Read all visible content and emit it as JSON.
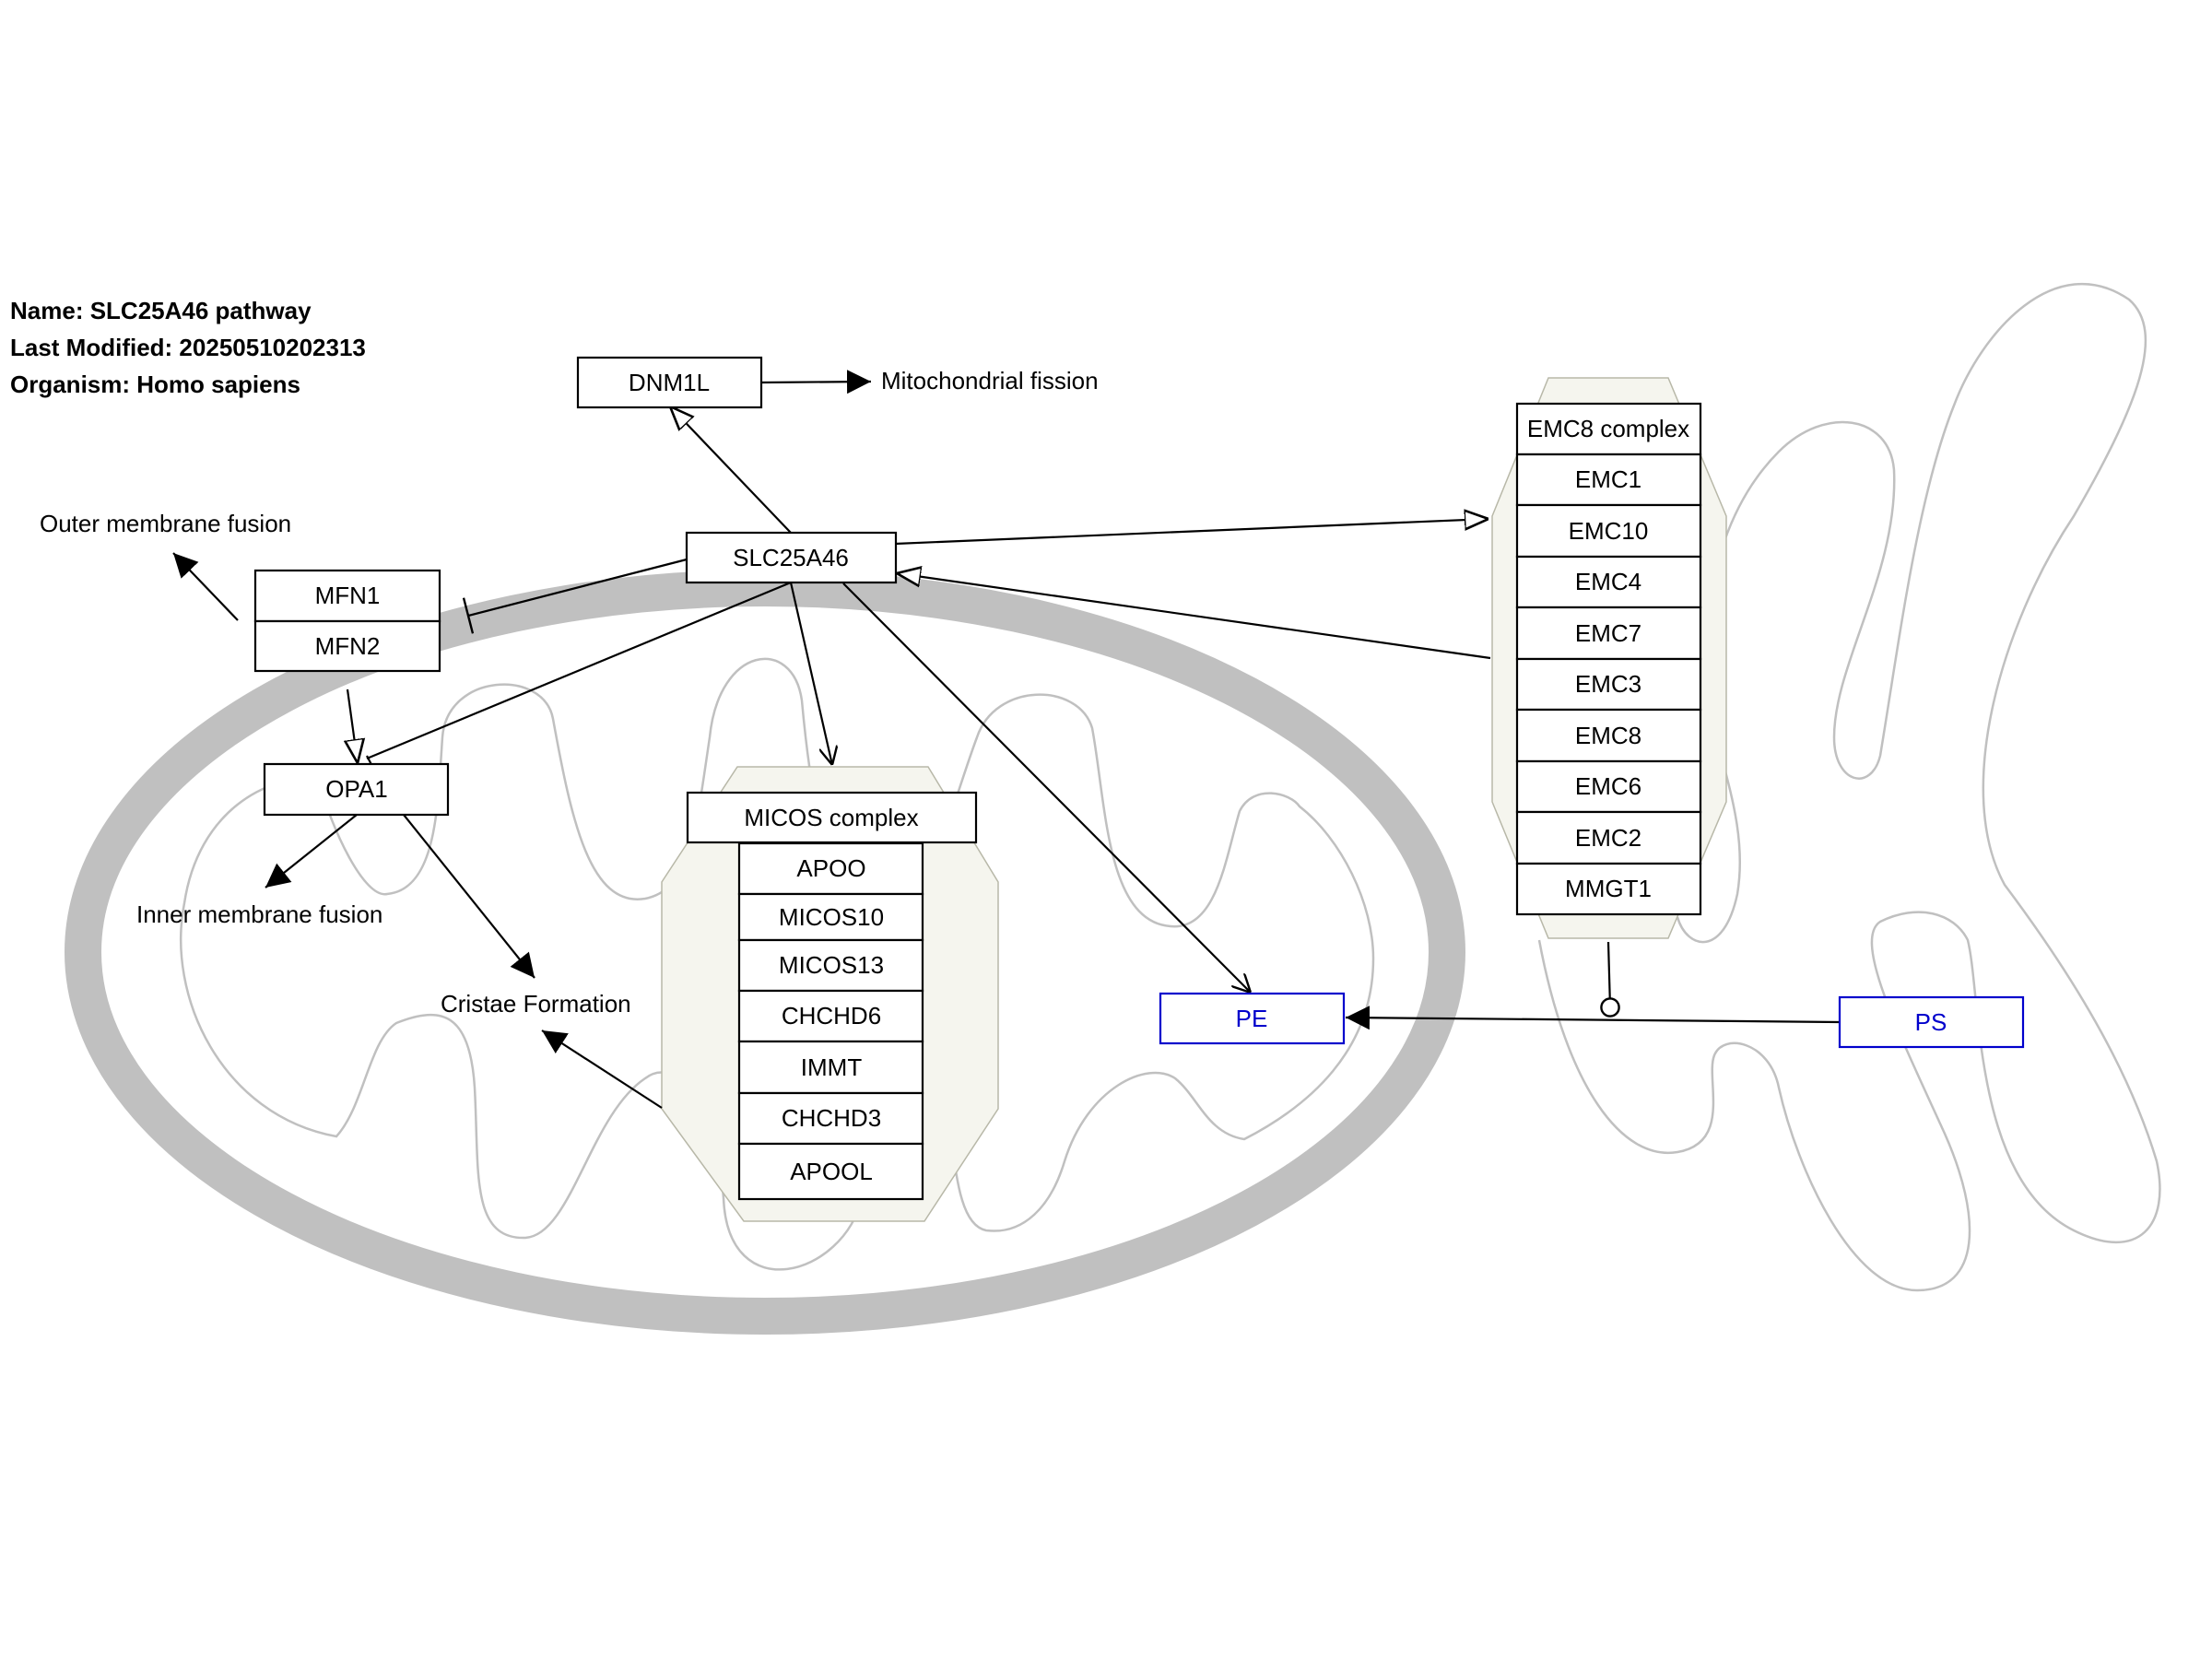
{
  "info": {
    "name": "Name: SLC25A46 pathway",
    "last_modified": "Last Modified: 20250510202313",
    "organism": "Organism: Homo sapiens"
  },
  "genes": {
    "dnm1l": "DNM1L",
    "slc25a46": "SLC25A46",
    "mfn1": "MFN1",
    "mfn2": "MFN2",
    "opa1": "OPA1"
  },
  "micos": {
    "title": "MICOS complex",
    "members": [
      "APOO",
      "MICOS10",
      "MICOS13",
      "CHCHD6",
      "IMMT",
      "CHCHD3",
      "APOOL"
    ]
  },
  "emc": {
    "title": "EMC8 complex",
    "members": [
      "EMC1",
      "EMC10",
      "EMC4",
      "EMC7",
      "EMC3",
      "EMC8",
      "EMC6",
      "EMC2",
      "MMGT1"
    ]
  },
  "metabolites": {
    "pe": "PE",
    "ps": "PS"
  },
  "processes": {
    "fission": "Mitochondrial fission",
    "outer_fusion": "Outer membrane fusion",
    "inner_fusion": "Inner membrane fusion",
    "cristae": "Cristae Formation"
  },
  "colors": {
    "metabolite": "#0000cc",
    "membrane": "#c0c0c0",
    "complex_fill": "#f5f5ee"
  }
}
